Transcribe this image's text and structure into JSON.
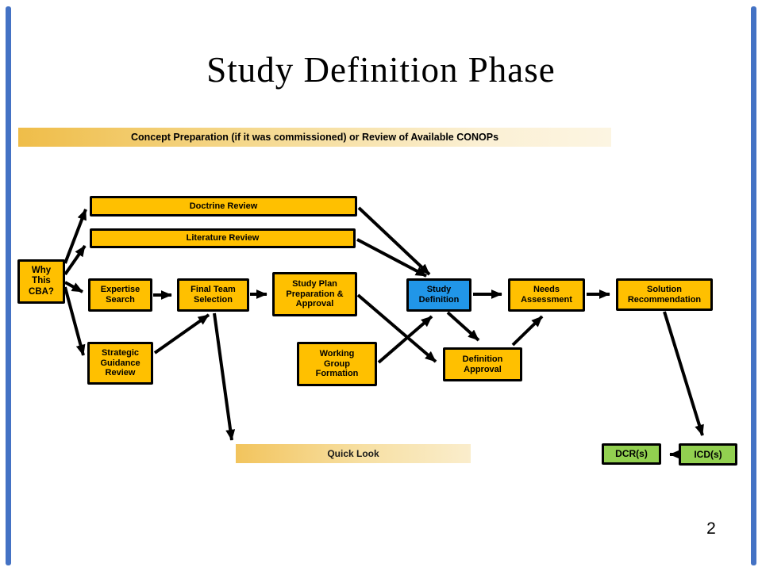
{
  "slide": {
    "title": "Study Definition Phase",
    "page_number": "2"
  },
  "banner": {
    "text": "Concept Preparation (if it was commissioned) or Review of Available CONOPs"
  },
  "colors": {
    "node_gold": "#FFC000",
    "node_blue": "#2196E8",
    "node_green": "#92D050",
    "side_bar_blue": "#4472C4",
    "banner_gradient_left": "#EFBD49",
    "banner_gradient_right": "#FCF5E2",
    "arrow": "#000000"
  },
  "nodes": {
    "why_this_cba": {
      "label": "Why\nThis\nCBA?"
    },
    "doctrine_review": {
      "label": "Doctrine Review"
    },
    "literature_review": {
      "label": "Literature Review"
    },
    "expertise_search": {
      "label": "Expertise\nSearch"
    },
    "final_team_selection": {
      "label": "Final Team\nSelection"
    },
    "study_plan": {
      "label": "Study Plan\nPreparation &\nApproval"
    },
    "strategic_guidance": {
      "label": "Strategic\nGuidance\nReview"
    },
    "working_group": {
      "label": "Working\nGroup\nFormation"
    },
    "study_definition": {
      "label": "Study\nDefinition"
    },
    "definition_approval": {
      "label": "Definition\nApproval"
    },
    "needs_assessment": {
      "label": "Needs\nAssessment"
    },
    "solution_recommendation": {
      "label": "Solution\nRecommendation"
    },
    "quick_look": {
      "label": "Quick Look"
    },
    "dcr": {
      "label": "DCR(s)"
    },
    "icd": {
      "label": "ICD(s)"
    }
  },
  "edges": [
    {
      "from": "why_this_cba",
      "to": "doctrine_review"
    },
    {
      "from": "why_this_cba",
      "to": "literature_review"
    },
    {
      "from": "why_this_cba",
      "to": "expertise_search"
    },
    {
      "from": "why_this_cba",
      "to": "strategic_guidance"
    },
    {
      "from": "expertise_search",
      "to": "final_team_selection"
    },
    {
      "from": "strategic_guidance",
      "to": "final_team_selection"
    },
    {
      "from": "final_team_selection",
      "to": "study_plan"
    },
    {
      "from": "final_team_selection",
      "to": "quick_look"
    },
    {
      "from": "doctrine_review",
      "to": "study_definition"
    },
    {
      "from": "literature_review",
      "to": "study_definition"
    },
    {
      "from": "study_plan",
      "to": "definition_approval"
    },
    {
      "from": "working_group",
      "to": "study_definition"
    },
    {
      "from": "study_definition",
      "to": "needs_assessment"
    },
    {
      "from": "study_definition",
      "to": "definition_approval"
    },
    {
      "from": "definition_approval",
      "to": "needs_assessment"
    },
    {
      "from": "needs_assessment",
      "to": "solution_recommendation"
    },
    {
      "from": "solution_recommendation",
      "to": "icd"
    },
    {
      "from": "icd",
      "to": "dcr"
    }
  ]
}
